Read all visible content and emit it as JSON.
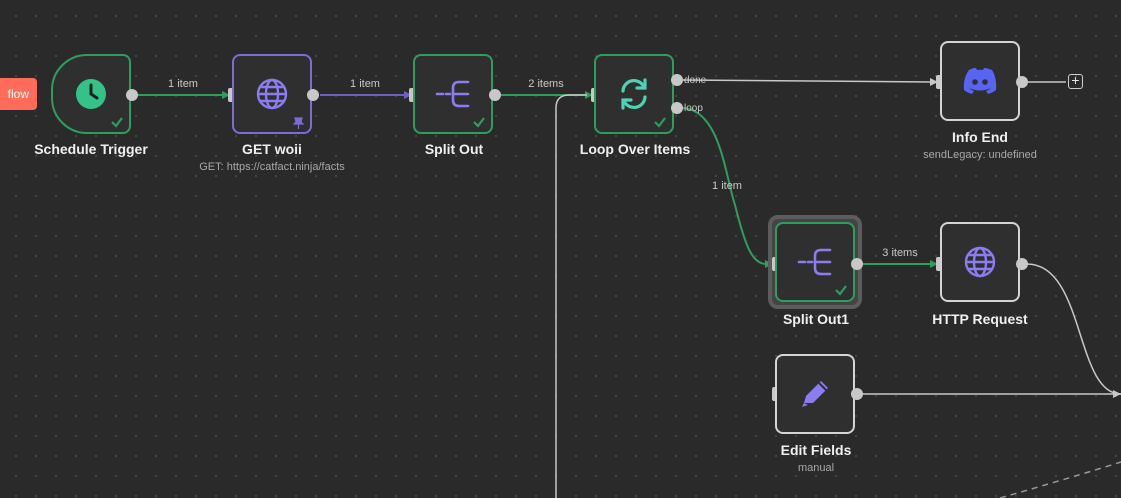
{
  "toolbar": {
    "workflow_button_label": "flow"
  },
  "nodes": {
    "schedule_trigger": {
      "title": "Schedule Trigger",
      "icon": "clock-icon",
      "status": "success"
    },
    "get_woii": {
      "title": "GET woii",
      "subtitle": "GET: https://catfact.ninja/facts",
      "icon": "globe-icon",
      "pinned": true
    },
    "split_out": {
      "title": "Split Out",
      "icon": "split-out-icon",
      "status": "success"
    },
    "loop_over_items": {
      "title": "Loop Over Items",
      "icon": "loop-arrows-icon",
      "status": "success",
      "output_done": "done",
      "output_loop": "loop"
    },
    "info_end": {
      "title": "Info End",
      "subtitle": "sendLegacy: undefined",
      "icon": "discord-icon"
    },
    "split_out1": {
      "title": "Split Out1",
      "icon": "split-out-icon",
      "status": "success"
    },
    "http_request": {
      "title": "HTTP Request",
      "icon": "globe-icon"
    },
    "edit_fields": {
      "title": "Edit Fields",
      "subtitle": "manual",
      "icon": "pencil-icon"
    }
  },
  "edges": {
    "trigger_to_get": "1 item",
    "get_to_split": "1 item",
    "split_to_loop": "2 items",
    "loop_to_split1": "1 item",
    "split1_to_http": "3 items"
  },
  "colors": {
    "canvas": "#2a2a2a",
    "success": "#2e9e5f",
    "pinned": "#7d6bd6",
    "accent": "#ff6d5a",
    "icon_purple": "#8b7cf0",
    "clock_green": "#35c289",
    "loop_teal": "#4fd1b4",
    "discord": "#5865f2"
  }
}
